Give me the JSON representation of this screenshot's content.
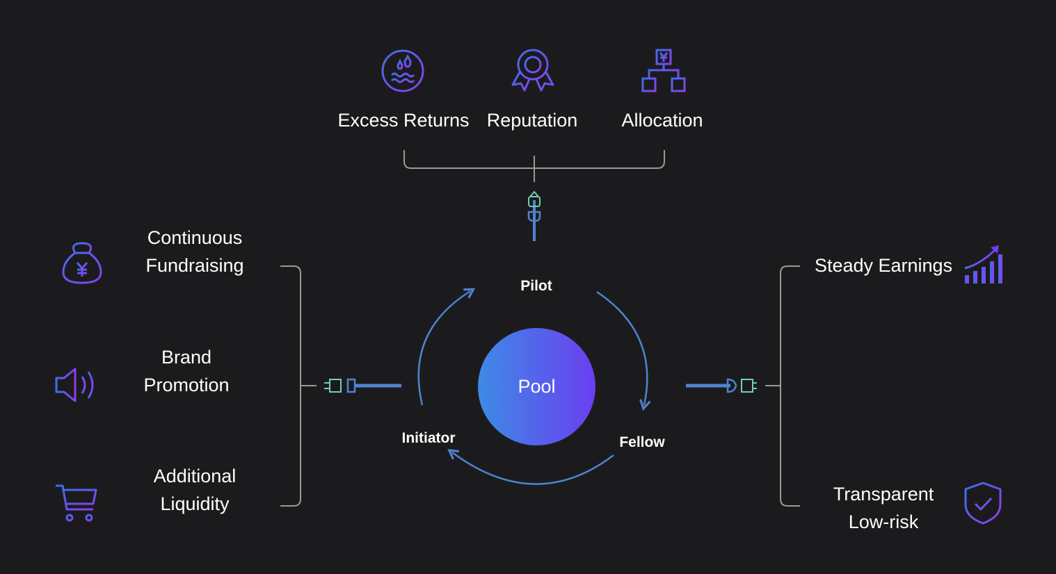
{
  "colors": {
    "background": "#1b1b1e",
    "bracket": "#9a9a9a",
    "arrow": "#4f83d1",
    "plug_tip": "#6fd1b4",
    "pool_gradient_start": "#3e8ae6",
    "pool_gradient_end": "#6a3ff0",
    "icon_gradient_start": "#3f6ee8",
    "icon_gradient_end": "#8a3ff0"
  },
  "top": {
    "items": [
      {
        "label": "Excess Returns",
        "icon": "water-drops-icon"
      },
      {
        "label": "Reputation",
        "icon": "award-ribbon-icon"
      },
      {
        "label": "Allocation",
        "icon": "yen-hierarchy-icon"
      }
    ]
  },
  "left": {
    "items": [
      {
        "line1": "Continuous",
        "line2": "Fundraising",
        "icon": "yen-money-bag-icon"
      },
      {
        "line1": "Brand",
        "line2": "Promotion",
        "icon": "speaker-icon"
      },
      {
        "line1": "Additional",
        "line2": "Liquidity",
        "icon": "shopping-cart-icon"
      }
    ]
  },
  "right": {
    "items": [
      {
        "line1": "Steady Earnings",
        "icon": "rising-bar-chart-icon"
      },
      {
        "line1": "Transparent",
        "line2": "Low-risk",
        "icon": "shield-check-icon"
      }
    ]
  },
  "cycle": {
    "center": "Pool",
    "nodes": [
      "Pilot",
      "Fellow",
      "Initiator"
    ]
  }
}
